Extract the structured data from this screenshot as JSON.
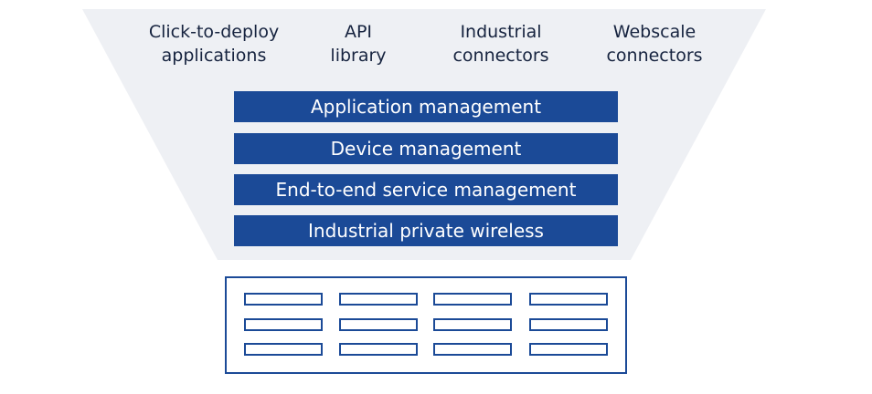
{
  "capabilities": [
    {
      "line1": "Click-to-deploy",
      "line2": "applications"
    },
    {
      "line1": "API",
      "line2": "library"
    },
    {
      "line1": "Industrial",
      "line2": "connectors"
    },
    {
      "line1": "Webscale",
      "line2": "connectors"
    }
  ],
  "layers": [
    "Application management",
    "Device management",
    "End-to-end service management",
    "Industrial private wireless"
  ],
  "colors": {
    "funnel_fill": "#eef0f4",
    "layer_fill": "#1b4a97",
    "text_dark": "#16233f",
    "outline": "#1b4a97"
  },
  "icons": {
    "server": "server-rack-icon"
  }
}
